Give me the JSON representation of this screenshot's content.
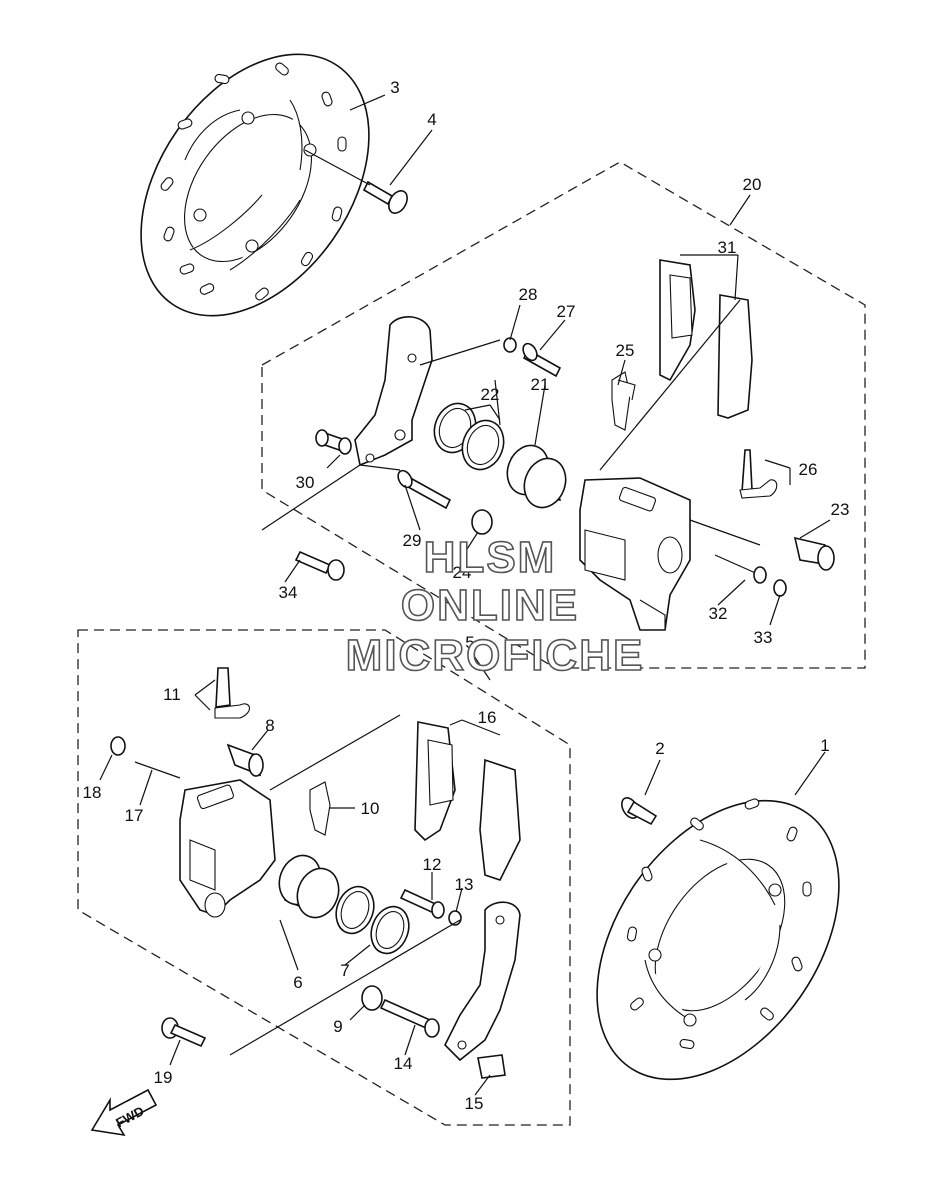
{
  "callouts": {
    "c1": "1",
    "c2": "2",
    "c3": "3",
    "c4": "4",
    "c5": "5",
    "c6": "6",
    "c7": "7",
    "c8": "8",
    "c9": "9",
    "c10": "10",
    "c11": "11",
    "c12": "12",
    "c13": "13",
    "c14": "14",
    "c15": "15",
    "c16": "16",
    "c17": "17",
    "c18": "18",
    "c19": "19",
    "c20": "20",
    "c21": "21",
    "c22": "22",
    "c23": "23",
    "c24": "24",
    "c25": "25",
    "c26": "26",
    "c27": "27",
    "c28": "28",
    "c29": "29",
    "c30": "30",
    "c31": "31",
    "c32": "32",
    "c33": "33",
    "c34": "34"
  },
  "watermark": {
    "line1": "HLSM",
    "line2": "ONLINE",
    "line3": "MICROFICHE"
  },
  "direction_arrow": {
    "label": "FWD"
  }
}
